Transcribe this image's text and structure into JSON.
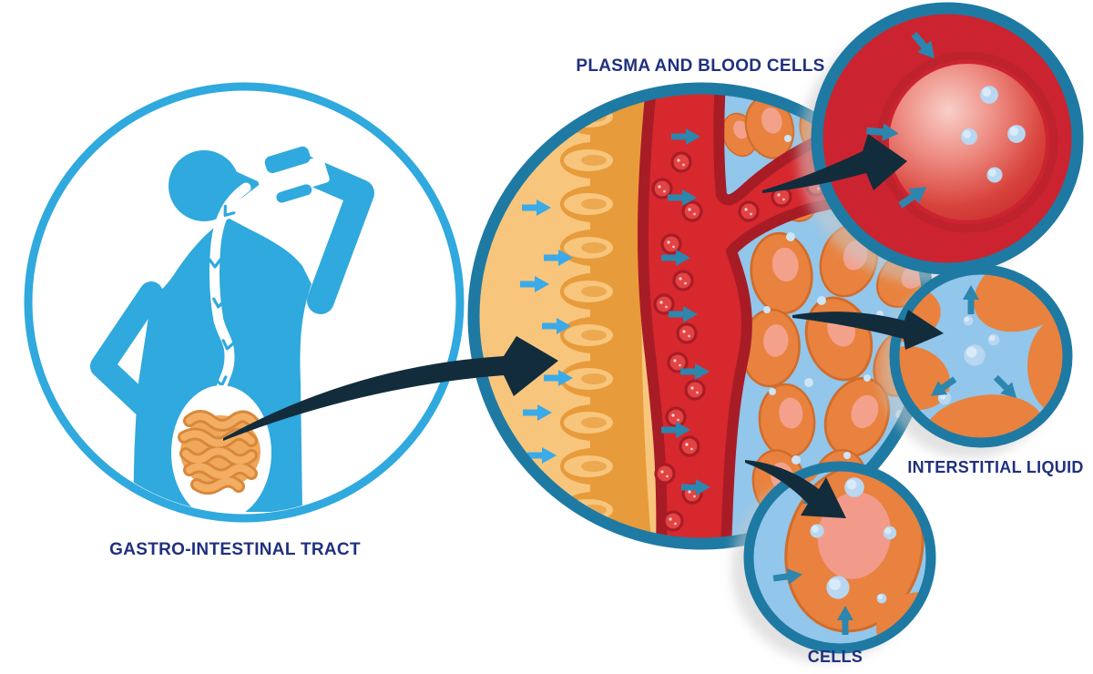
{
  "figure": {
    "type": "medical-illustration",
    "labels": {
      "plasma_blood_cells": "PLASMA AND BLOOD CELLS",
      "gastro_intestinal_tract": "GASTRO-INTESTINAL TRACT",
      "interstitial_liquid": "INTERSTITIAL LIQUID",
      "cells": "CELLS"
    },
    "icons": [
      "drinking-person-silhouette",
      "esophagus-flow-chevrons",
      "intestines",
      "villi-wall",
      "blood-vessel",
      "red-blood-cells",
      "tissue-cells",
      "water-flow-arrows",
      "red-blood-cell-closeup",
      "interstitial-liquid-closeup",
      "cell-closeup"
    ],
    "colors": {
      "label_text": "#20307F",
      "person_blue": "#2FA9DE",
      "ring_teal": "#1E7AA3",
      "flow_arrow_navy": "#132C3C",
      "lumen_tan": "#F8C57C",
      "villi_orange": "#E79B3A",
      "vessel_red": "#D7282E",
      "vessel_dark_red": "#A81C26",
      "tissue_blue": "#92C6EB",
      "cell_orange": "#E8823E",
      "nucleus_pink": "#F4A18C",
      "cyan_arrow": "#3AAAE8",
      "teal_arrow": "#2C86AE",
      "bubble_blue": "#B9D7F1",
      "shadow_gray": "#C9C9C9",
      "blood_closeup_bg": "#CB2430"
    }
  }
}
